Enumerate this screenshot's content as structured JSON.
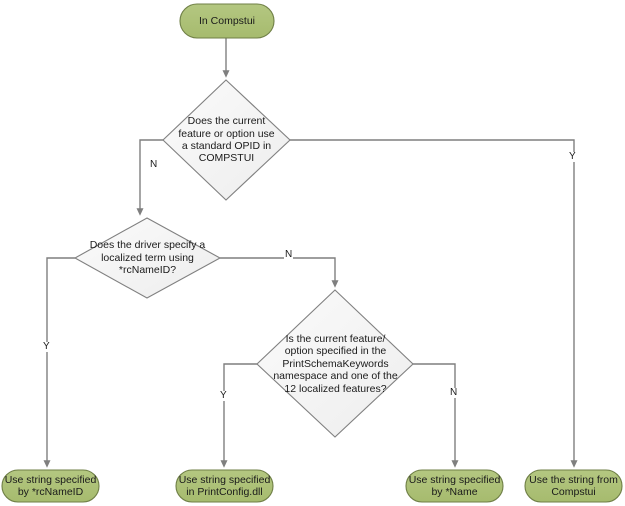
{
  "diagram": {
    "title": "Compstui string resolution flowchart",
    "background_color": "#ffffff",
    "terminal_fill": "#aec279",
    "terminal_stroke": "#6f7f46",
    "decision_fill": "#f4f4f4",
    "decision_stroke": "#808080",
    "connector_color": "#7f7f7f",
    "text_color": "#1a1a1a"
  },
  "nodes": {
    "start": {
      "label": "In Compstui",
      "type": "terminal"
    },
    "decision_opid": {
      "label": "Does the current\nfeature or option use\na standard OPID in\nCOMPSTUI",
      "type": "decision"
    },
    "decision_rcnameid": {
      "label": "Does the driver specify a\nlocalized term using\n*rcNameID?",
      "type": "decision"
    },
    "decision_printschema": {
      "label": "Is the current feature/\noption specified in the\nPrintSchemaKeywords\nnamespace and one of the\n12 localized features?",
      "type": "decision"
    },
    "result_rcnameid": {
      "label": "Use string specified\nby *rcNameID",
      "type": "terminal"
    },
    "result_printconfig": {
      "label": "Use string specified\nin PrintConfig.dll",
      "type": "terminal"
    },
    "result_name": {
      "label": "Use string specified\nby *Name",
      "type": "terminal"
    },
    "result_compstui": {
      "label": "Use the string from\nCompstui",
      "type": "terminal"
    }
  },
  "edge_labels": {
    "opid_no": "N",
    "opid_yes": "Y",
    "rcnameid_yes": "Y",
    "rcnameid_no": "N",
    "printschema_yes": "Y",
    "printschema_no": "N"
  }
}
